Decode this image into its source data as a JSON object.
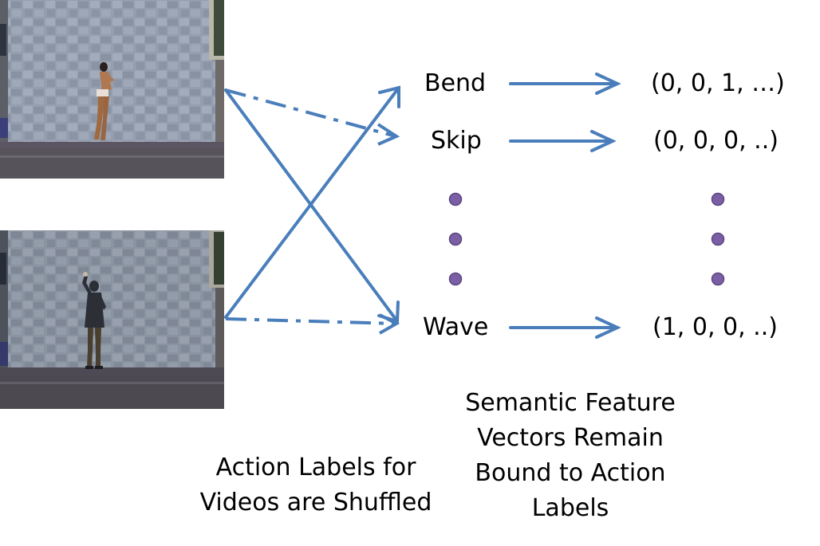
{
  "labels": {
    "bend": "Bend",
    "skip": "Skip",
    "wave": "Wave"
  },
  "vectors": {
    "bend": "(0, 0, 1, …)",
    "skip": "(0, 0, 0, ..)",
    "wave": "(1, 0, 0, ..)"
  },
  "captions": {
    "left": [
      "Action Labels for",
      "Videos are Shuffled"
    ],
    "right": [
      "Semantic Feature",
      "Vectors Remain",
      "Bound to Action",
      "Labels"
    ]
  },
  "colors": {
    "arrow": "#4a7ebb",
    "dot": "#7b5fa5",
    "dot_border": "#5c4680",
    "wall": "#8e98a8",
    "road": "#4a4a52"
  },
  "icons": {
    "video_top": "person-bending-video-frame",
    "video_bottom": "person-waving-video-frame"
  }
}
